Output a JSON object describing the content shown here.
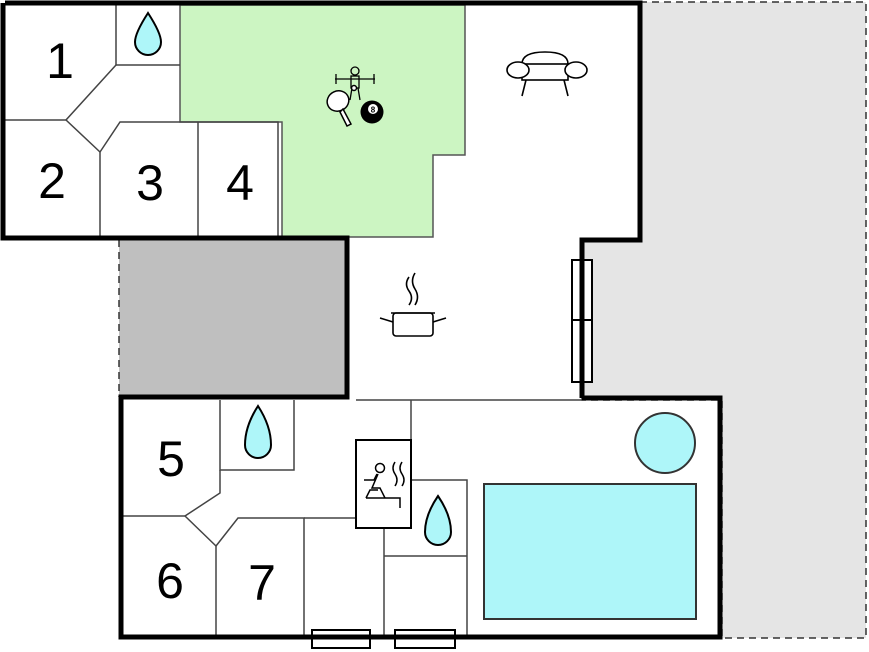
{
  "floorplan": {
    "rooms": [
      {
        "id": "room-1",
        "label": "1"
      },
      {
        "id": "room-2",
        "label": "2"
      },
      {
        "id": "room-3",
        "label": "3"
      },
      {
        "id": "room-4",
        "label": "4"
      },
      {
        "id": "room-5",
        "label": "5"
      },
      {
        "id": "room-6",
        "label": "6"
      },
      {
        "id": "room-7",
        "label": "7"
      }
    ],
    "billiard_ball_number": "8",
    "icons": [
      "water-drop-icon",
      "table-tennis-icon",
      "foosball-icon",
      "billiard-ball-icon",
      "sofa-icon",
      "cooking-pot-icon",
      "sauna-icon",
      "hot-tub-icon",
      "swimming-pool-icon"
    ],
    "colors": {
      "activity_room": "#ccf5c2",
      "pool_water": "#aef6f9",
      "terrace": "#e5e5e5",
      "covered_area": "#bfbfbf",
      "walls": "#000000",
      "outline": "#444444"
    }
  }
}
